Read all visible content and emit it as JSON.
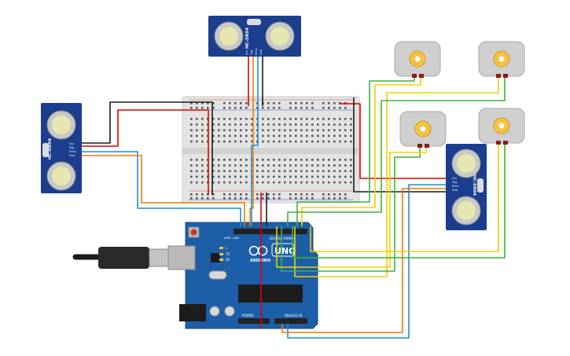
{
  "sensors": {
    "model_label": "HC-SR04",
    "pins": [
      "Vcc",
      "Trig",
      "Echo",
      "Gnd"
    ]
  },
  "arduino": {
    "board_name": "UNO",
    "brand": "ARDUINO",
    "digital_label": "DIGITAL (PWM~)",
    "analog_label": "ANALOG IN",
    "power_label": "POWER",
    "aref_label": "AREF",
    "gnd_label": "GND",
    "tx_label": "TX",
    "rx_label": "RX",
    "l_label": "L"
  },
  "colors": {
    "board": "#1d5ea8",
    "breadboard": "#e3e3e3",
    "sensor_pcb": "#1b3e8e",
    "motor_body": "#cfcfcf",
    "motor_gear": "#f5c242",
    "wire_red": "#e00000",
    "wire_black": "#1a1a1a",
    "wire_orange": "#ee7d00",
    "wire_blue": "#1e8fd6",
    "wire_yellow": "#f2d000",
    "wire_green": "#3cb43c"
  }
}
